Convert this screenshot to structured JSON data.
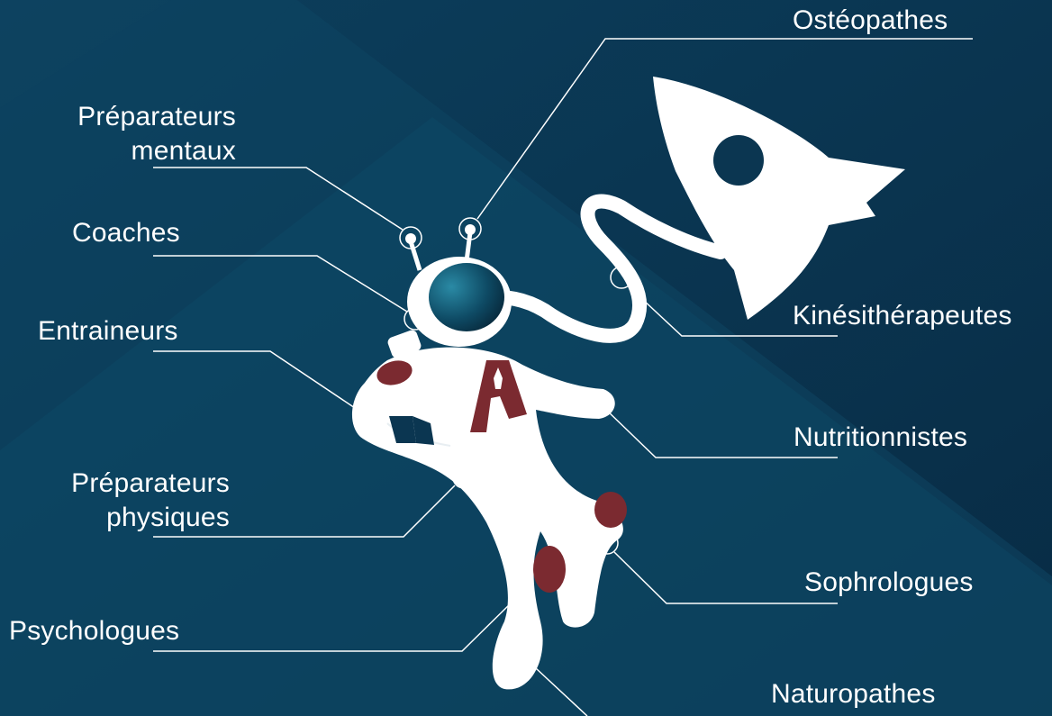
{
  "labels": {
    "osteopathes": "Ostéopathes",
    "preparateurs_mentaux_1": "Préparateurs",
    "preparateurs_mentaux_2": "mentaux",
    "coaches": "Coaches",
    "entraineurs": "Entraineurs",
    "kinesitherapeutes": "Kinésithérapeutes",
    "nutritionnistes": "Nutritionnistes",
    "preparateurs_physiques_1": "Préparateurs",
    "preparateurs_physiques_2": "physiques",
    "sophrologues": "Sophrologues",
    "psychologues": "Psychologues",
    "naturopathes": "Naturopathes"
  },
  "colors": {
    "background": "#0a3450",
    "figure": "#ffffff",
    "accent": "#7b2a30",
    "visor": "#0e4a64"
  },
  "icons": {
    "main": "astronaut",
    "rocket": "rocket-icon"
  }
}
